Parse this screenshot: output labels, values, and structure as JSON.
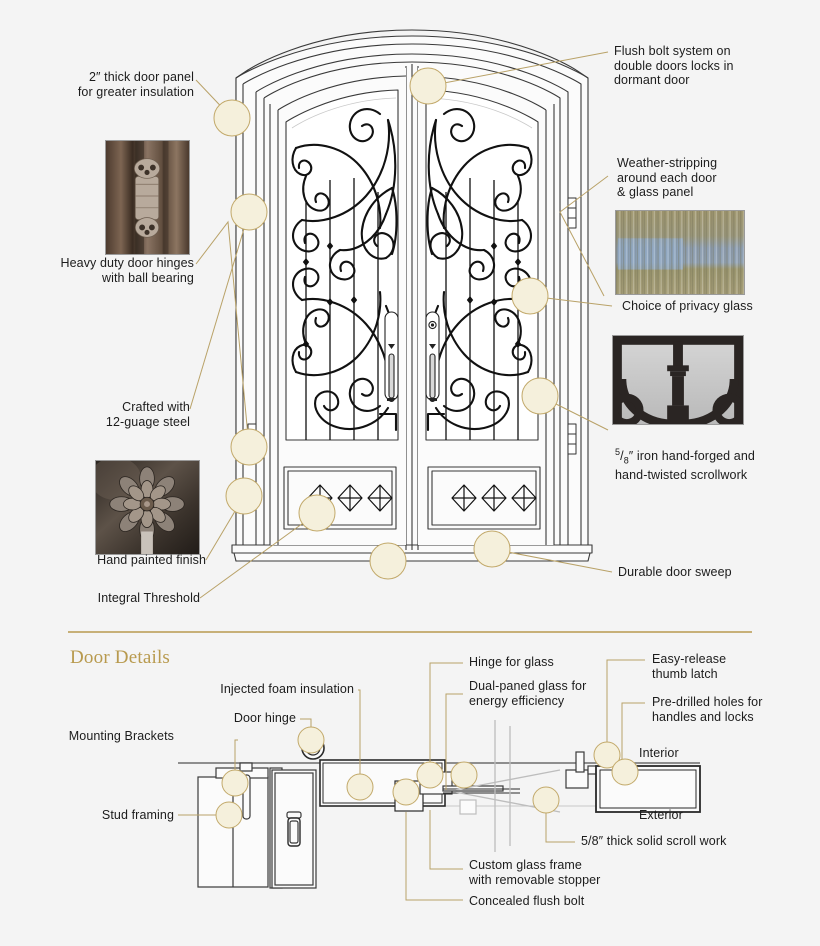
{
  "colors": {
    "background": "#f4f4f4",
    "callout_fill": "#f5f0dc",
    "callout_stroke": "#c2a96a",
    "leader_line": "#b9a268",
    "gold": "#b89a4e",
    "ink": "#1c1c1c",
    "drawing_line": "#3a3a3a"
  },
  "door_callouts": [
    {
      "id": "thick-door-panel",
      "text": "2″ thick door panel\nfor greater insulation",
      "align": "right"
    },
    {
      "id": "heavy-duty-hinges",
      "text": "Heavy duty door hinges\nwith ball bearing",
      "align": "right"
    },
    {
      "id": "crafted-steel",
      "text": "Crafted with\n12-guage steel",
      "align": "right"
    },
    {
      "id": "hand-painted",
      "text": "Hand painted finish",
      "align": "right"
    },
    {
      "id": "integral-threshold",
      "text": "Integral Threshold",
      "align": "right"
    },
    {
      "id": "flush-bolt-system",
      "text": "Flush bolt system on\ndouble doors locks in\ndormant door",
      "align": "left"
    },
    {
      "id": "weather-stripping",
      "text": "Weather-stripping\naround each door\n& glass panel",
      "align": "left"
    },
    {
      "id": "privacy-glass",
      "text": "Choice of privacy glass",
      "align": "left"
    },
    {
      "id": "scrollwork",
      "text": "″ iron hand-forged and\nhand-twisted scrollwork",
      "align": "left",
      "fraction": "5/8"
    },
    {
      "id": "door-sweep",
      "text": "Durable door sweep",
      "align": "left"
    }
  ],
  "photos": [
    {
      "id": "hinge-photo",
      "alt": "ball bearing door hinge close-up"
    },
    {
      "id": "rosette-photo",
      "alt": "hand painted iron rosette"
    },
    {
      "id": "privacy-glass-photo",
      "alt": "textured privacy glass sample"
    },
    {
      "id": "scrollwork-photo",
      "alt": "iron scrollwork close-up"
    }
  ],
  "details": {
    "title": "Door Details",
    "callouts": [
      {
        "id": "mounting-brackets",
        "text": "Mounting Brackets",
        "align": "right"
      },
      {
        "id": "stud-framing",
        "text": "Stud framing",
        "align": "right"
      },
      {
        "id": "door-hinge",
        "text": "Door hinge",
        "align": "right"
      },
      {
        "id": "injected-foam",
        "text": "Injected foam insulation",
        "align": "right"
      },
      {
        "id": "hinge-for-glass",
        "text": "Hinge for glass",
        "align": "left"
      },
      {
        "id": "dual-paned-glass",
        "text": "Dual-paned glass for\nenergy efficiency",
        "align": "left"
      },
      {
        "id": "easy-release-latch",
        "text": "Easy-release\nthumb latch",
        "align": "left"
      },
      {
        "id": "pre-drilled-holes",
        "text": "Pre-drilled holes for\nhandles and locks",
        "align": "left"
      },
      {
        "id": "solid-scroll-work",
        "text": "5/8″ thick solid scroll work",
        "align": "left"
      },
      {
        "id": "custom-glass-frame",
        "text": "Custom glass frame\nwith removable stopper",
        "align": "left"
      },
      {
        "id": "concealed-flush-bolt",
        "text": "Concealed flush bolt",
        "align": "left"
      }
    ],
    "side_labels": [
      {
        "id": "interior-label",
        "text": "Interior"
      },
      {
        "id": "exterior-label",
        "text": "Exterior"
      }
    ]
  }
}
